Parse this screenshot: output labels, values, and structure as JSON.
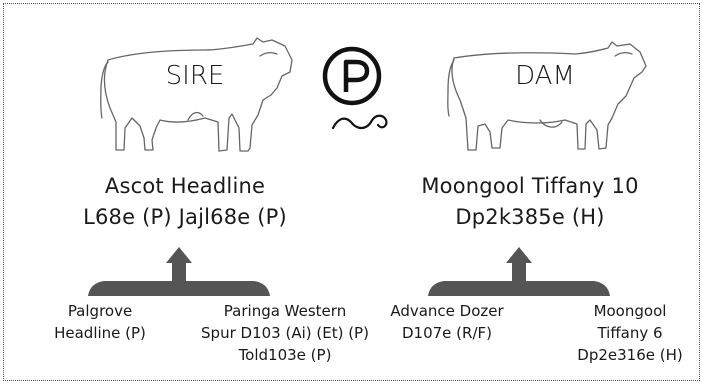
{
  "sire": {
    "tag": "SIRE",
    "name_line1": "Ascot Headline",
    "name_line2": "L68e (P) Jajl68e (P)",
    "parent_left": {
      "line1": "Palgrove",
      "line2": "Headline (P)"
    },
    "parent_right": {
      "line1": "Paringa Western",
      "line2": "Spur D103 (Ai) (Et) (P)",
      "line3": "Told103e (P)"
    }
  },
  "dam": {
    "tag": "DAM",
    "name_line1": "Moongool Tiffany 10",
    "name_line2": "Dp2k385e (H)",
    "parent_left": {
      "line1": "Advance Dozer",
      "line2": "D107e (R/F)"
    },
    "parent_right": {
      "line1": "Moongool",
      "line2": "Tiffany 6",
      "line3": "Dp2e316e (H)"
    }
  },
  "logo": {
    "icon": "polled-p-symbol",
    "letter": "P"
  },
  "colors": {
    "bracket": "#555555",
    "outline": "#666666",
    "text": "#1a1a1a"
  }
}
